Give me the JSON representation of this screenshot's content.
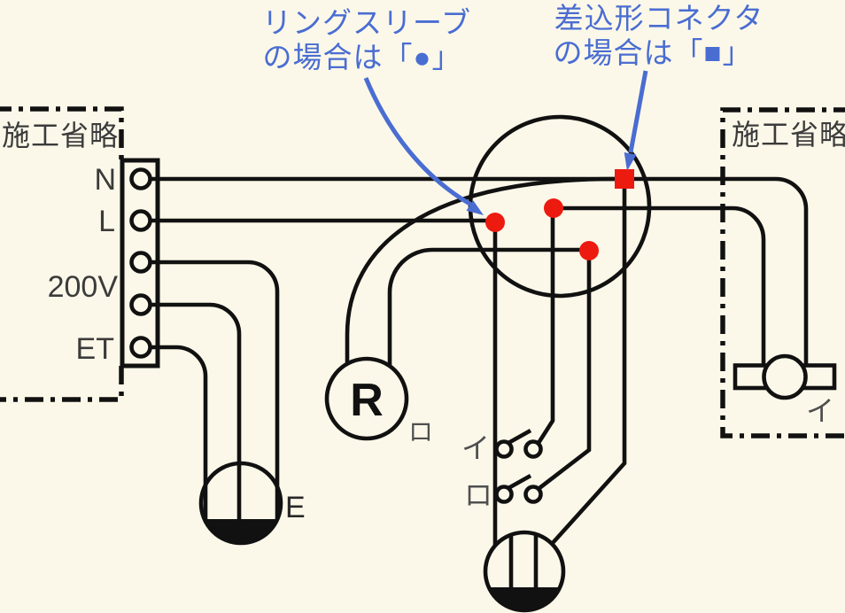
{
  "colors": {
    "background": "#fcf8e9",
    "ink": "#111111",
    "blue": "#4a6dd2",
    "red": "#ed1a10",
    "label_dark": "#3b3b3b",
    "label_grey": "#4f4f4f",
    "label_e": "#282828"
  },
  "annotations": {
    "ring_sleeve": {
      "line1": "リングスリーブ",
      "line2": "の場合は「●」"
    },
    "push_connector": {
      "line1": "差込形コネクタ",
      "line2": "の場合は「■」"
    }
  },
  "left_panel": {
    "label": "施工省略",
    "terminal_labels": {
      "n": "N",
      "l": "L",
      "v200": "200V",
      "et": "ET"
    }
  },
  "right_panel": {
    "label": "施工省略",
    "light_circuit_label": "イ"
  },
  "devices": {
    "receptacle": {
      "letter": "R",
      "circuit_label": "ロ"
    },
    "switch_i": {
      "label": "イ"
    },
    "switch_ro": {
      "label": "ロ"
    },
    "outlet_200v": {
      "label": "E"
    }
  }
}
